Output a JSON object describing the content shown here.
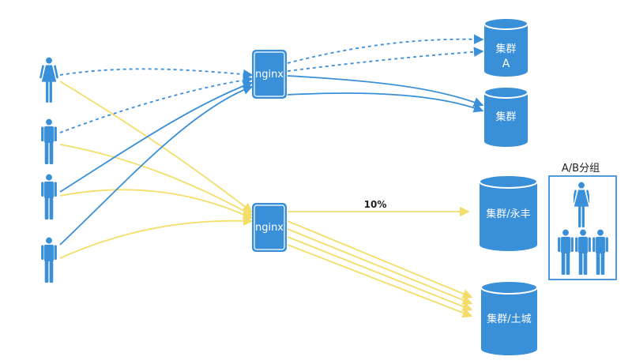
{
  "colors": {
    "blue": "#3A8FD9",
    "blue_dark": "#2A73B8",
    "yellow": "#F3DE6A",
    "text_white": "#FFFFFF",
    "text_dark": "#222222"
  },
  "proxies": {
    "top": {
      "label": "nginx",
      "icon": "server-icon"
    },
    "bottom": {
      "label": "nginx",
      "icon": "server-icon"
    }
  },
  "clusters": {
    "a": {
      "label_line1": "集群",
      "label_line2": "A",
      "icon": "database-icon"
    },
    "b": {
      "label": "集群",
      "icon": "database-icon"
    },
    "yongfeng": {
      "label": "集群/永丰",
      "icon": "database-icon"
    },
    "tucheng": {
      "label": "集群/土城",
      "icon": "database-icon"
    }
  },
  "split_label": "10%",
  "ab_group": {
    "title": "A/B分组"
  },
  "users": [
    {
      "type": "female",
      "icon": "female-user-icon"
    },
    {
      "type": "male",
      "icon": "male-user-icon"
    },
    {
      "type": "male",
      "icon": "male-user-icon"
    },
    {
      "type": "male",
      "icon": "male-user-icon"
    }
  ]
}
